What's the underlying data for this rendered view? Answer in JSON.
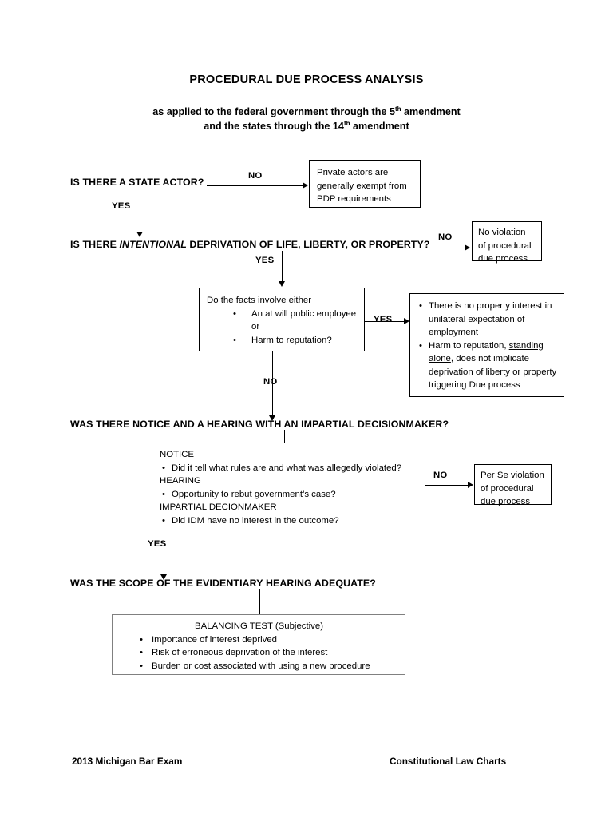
{
  "document": {
    "title": "PROCEDURAL DUE PROCESS ANALYSIS",
    "subtitle_line1_a": "as applied to the federal government through the 5",
    "subtitle_line1_sup": "th",
    "subtitle_line1_b": " amendment",
    "subtitle_line2_a": "and the states through the 14",
    "subtitle_line2_sup": "th",
    "subtitle_line2_b": " amendment"
  },
  "questions": {
    "state_actor": "IS THERE A STATE ACTOR?",
    "deprivation_a": "IS THERE ",
    "deprivation_em": "INTENTIONAL",
    "deprivation_b": " DEPRIVATION OF LIFE, LIBERTY, OR PROPERTY?",
    "notice_hearing": "WAS THERE NOTICE AND A HEARING WITH AN IMPARTIAL DECISIONMAKER?",
    "scope": "WAS THE SCOPE OF THE EVIDENTIARY HEARING ADEQUATE?"
  },
  "edges": {
    "state_actor_no": "NO",
    "state_actor_yes": "YES",
    "deprivation_no": "NO",
    "deprivation_yes": "YES",
    "facts_yes": "YES",
    "facts_no": "NO",
    "notice_no": "NO",
    "notice_yes": "YES"
  },
  "boxes": {
    "private_actors": {
      "line1": "Private actors are",
      "line2": "generally exempt from",
      "line3": "PDP requirements"
    },
    "no_violation": {
      "line1": "No violation",
      "line2": "of procedural",
      "line3": "due process"
    },
    "facts": {
      "heading": "Do the facts involve either",
      "items": [
        "An at will public employee",
        "or",
        "Harm to reputation?"
      ]
    },
    "no_property_interest": {
      "item1": "There is no property interest in unilateral expectation of employment",
      "item2_a": "Harm to reputation, ",
      "item2_u": "standing alone",
      "item2_b": ", does not implicate deprivation of liberty or property triggering Due process"
    },
    "notice_hearing_detail": {
      "notice_heading": "NOTICE",
      "notice_item": "Did it tell what rules are and what was allegedly violated?",
      "hearing_heading": "HEARING",
      "hearing_item": "Opportunity to rebut government’s case?",
      "impartial_heading": "IMPARTIAL DECIONMAKER",
      "impartial_item": "Did IDM have no interest in the outcome?"
    },
    "per_se_violation": {
      "line1": "Per Se violation",
      "line2": "of procedural",
      "line3": "due process"
    },
    "balancing_test": {
      "heading": "BALANCING TEST (Subjective)",
      "items": [
        "Importance of interest deprived",
        "Risk of erroneous deprivation of the interest",
        "Burden or cost associated with using a new procedure"
      ]
    }
  },
  "footer": {
    "left": "2013 Michigan Bar Exam",
    "right": "Constitutional Law Charts"
  },
  "colors": {
    "ink": "#000000",
    "paper": "#ffffff",
    "gray_border": "#808080"
  }
}
